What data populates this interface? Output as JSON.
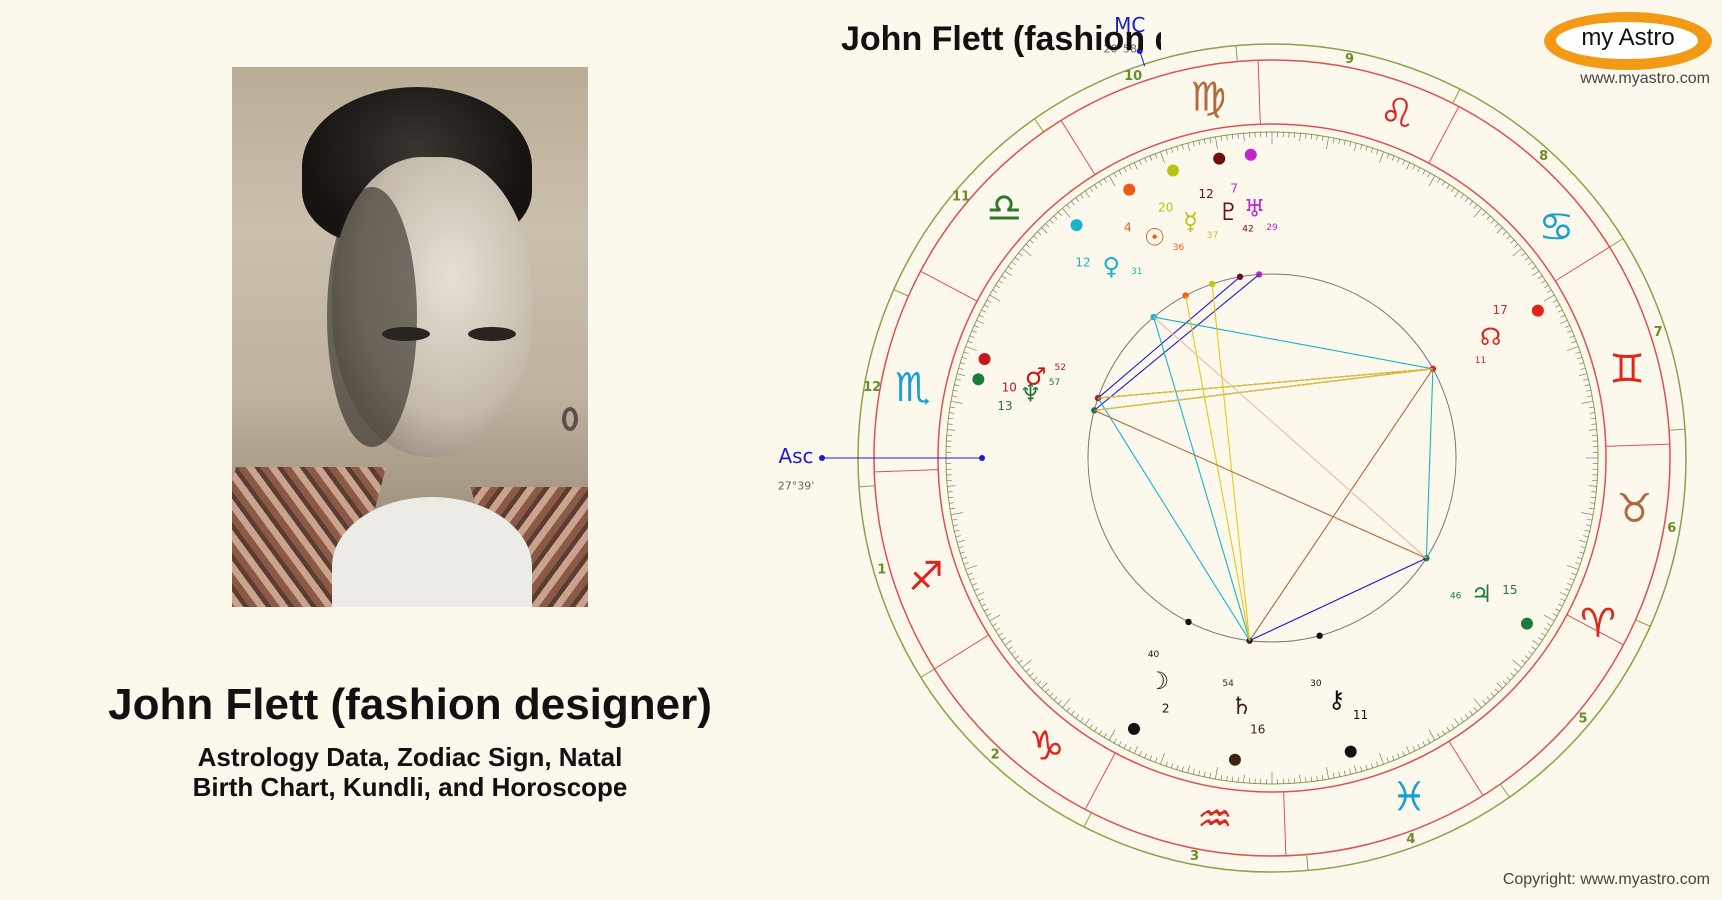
{
  "main": {
    "title": "John Flett (fashion designer)",
    "subtitle_line1": "Astrology Data, Zodiac Sign, Natal",
    "subtitle_line2": "Birth Chart, Kundli, and Horoscope",
    "photo_label": "portrait-photo"
  },
  "chart": {
    "title": "John Flett (fashion designer)",
    "asc_label": "Asc",
    "asc_degree": "27°39'",
    "mc_label": "MC",
    "mc_degree": "20°58'",
    "house_numbers": [
      "1",
      "2",
      "3",
      "4",
      "5",
      "6",
      "7",
      "8",
      "9",
      "10",
      "11",
      "12"
    ],
    "signs": [
      "♈",
      "♉",
      "♊",
      "♋",
      "♌",
      "♍",
      "♎",
      "♏",
      "♐",
      "♑",
      "♒",
      "♓"
    ],
    "sign_colors": [
      "#e0241c",
      "#b06a3c",
      "#e0241c",
      "#1a9fd4",
      "#e0241c",
      "#b06a3c",
      "#2a7a2a",
      "#1a9fd4",
      "#e0241c",
      "#e0241c",
      "#e0241c",
      "#1a9fd4"
    ],
    "planets": [
      {
        "glyph": "☽",
        "deg": "2",
        "min": "40",
        "color": "#111111"
      },
      {
        "glyph": "♄",
        "deg": "16",
        "min": "54",
        "color": "#3a2410"
      },
      {
        "glyph": "⚷",
        "deg": "11",
        "min": "30",
        "color": "#111111"
      },
      {
        "glyph": "♃",
        "deg": "15",
        "min": "46",
        "color": "#1d7a3c"
      },
      {
        "glyph": "☊",
        "deg": "17",
        "min": "11",
        "color": "#e0241c"
      },
      {
        "glyph": "♅",
        "deg": "7",
        "min": "29",
        "color": "#c026c9"
      },
      {
        "glyph": "♇",
        "deg": "12",
        "min": "42",
        "color": "#6b0f0f"
      },
      {
        "glyph": "☿",
        "deg": "20",
        "min": "37",
        "color": "#b8c414"
      },
      {
        "glyph": "☉",
        "deg": "4",
        "min": "36",
        "color": "#ee5a14"
      },
      {
        "glyph": "♀",
        "deg": "12",
        "min": "31",
        "color": "#16b6c8"
      },
      {
        "glyph": "♂",
        "deg": "10",
        "min": "52",
        "color": "#c8141c"
      },
      {
        "glyph": "♆",
        "deg": "13",
        "min": "57",
        "color": "#1d7a3c"
      }
    ]
  },
  "brand": {
    "logo_text": "my Astro",
    "site": "www.myastro.com",
    "copyright": "Copyright: www.myastro.com"
  }
}
